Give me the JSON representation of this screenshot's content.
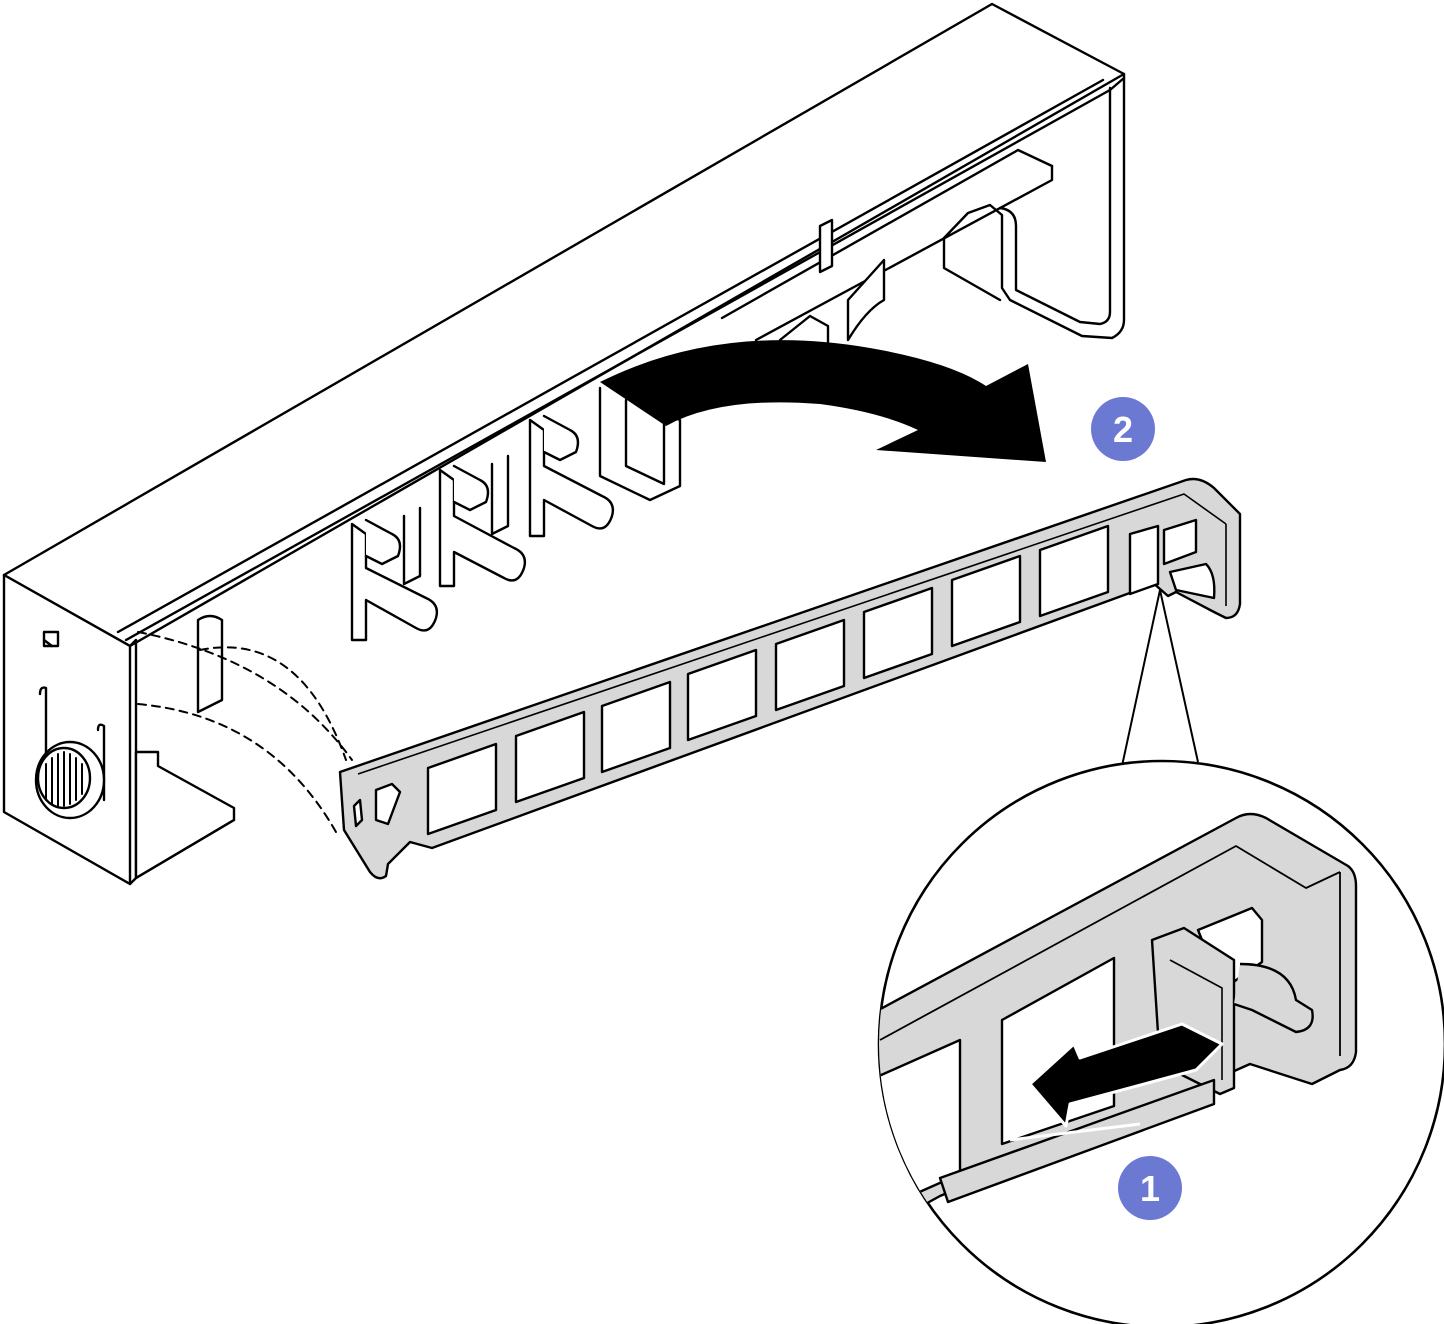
{
  "callouts": [
    {
      "id": "step-1",
      "number": "1"
    },
    {
      "id": "step-2",
      "number": "2"
    }
  ],
  "colors": {
    "line": "#000000",
    "bezel_fill": "#d8d8d8",
    "callout_fill": "#6c79d2",
    "arrow_fill": "#000000",
    "background": "#ffffff"
  },
  "icons": [
    "rotation-arrow-icon",
    "slide-arrow-icon",
    "callout-badge-icon",
    "magnifier-detail-icon"
  ]
}
